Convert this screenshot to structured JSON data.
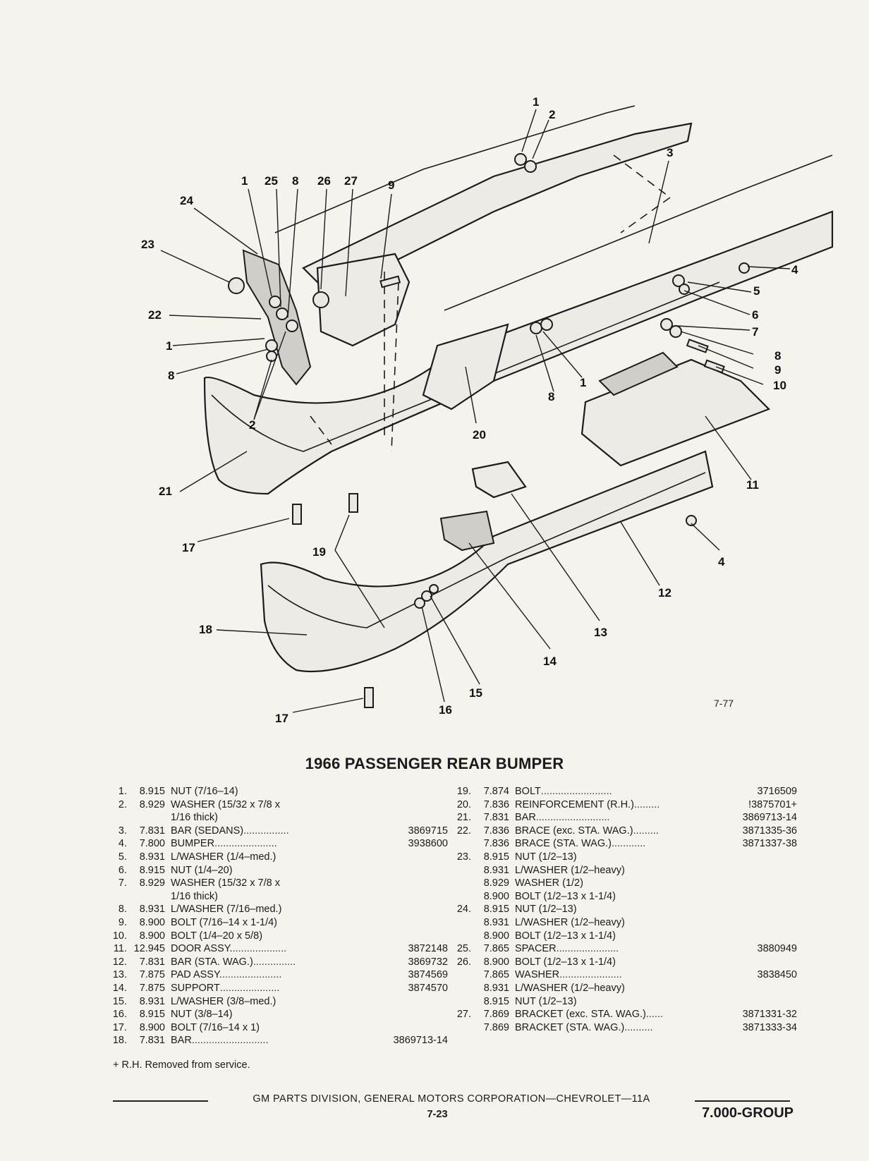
{
  "diagram": {
    "code": "7-77",
    "callouts": [
      "1",
      "2",
      "3",
      "4",
      "5",
      "6",
      "7",
      "8",
      "9",
      "10",
      "11",
      "12",
      "13",
      "14",
      "15",
      "16",
      "17",
      "18",
      "19",
      "20",
      "21",
      "22",
      "23",
      "24",
      "25",
      "26",
      "27"
    ]
  },
  "title": "1966 PASSENGER REAR BUMPER",
  "parts_left": [
    {
      "num": "1.",
      "code": "8.915",
      "desc": "NUT (7/16–14)",
      "dots": "",
      "pn": ""
    },
    {
      "num": "2.",
      "code": "8.929",
      "desc": "WASHER (15/32 x 7/8 x",
      "dots": "",
      "pn": ""
    },
    {
      "num": "",
      "code": "",
      "desc": "1/16 thick)",
      "dots": "",
      "pn": ""
    },
    {
      "num": "3.",
      "code": "7.831",
      "desc": "BAR (SEDANS) ",
      "dots": "................",
      "pn": "3869715"
    },
    {
      "num": "4.",
      "code": "7.800",
      "desc": "BUMPER ",
      "dots": "......................",
      "pn": "3938600"
    },
    {
      "num": "5.",
      "code": "8.931",
      "desc": "L/WASHER (1/4–med.)",
      "dots": "",
      "pn": ""
    },
    {
      "num": "6.",
      "code": "8.915",
      "desc": "NUT (1/4–20)",
      "dots": "",
      "pn": ""
    },
    {
      "num": "7.",
      "code": "8.929",
      "desc": "WASHER (15/32 x 7/8 x",
      "dots": "",
      "pn": ""
    },
    {
      "num": "",
      "code": "",
      "desc": "1/16 thick)",
      "dots": "",
      "pn": ""
    },
    {
      "num": "8.",
      "code": "8.931",
      "desc": "L/WASHER (7/16–med.)",
      "dots": "",
      "pn": ""
    },
    {
      "num": "9.",
      "code": "8.900",
      "desc": "BOLT (7/16–14 x 1-1/4)",
      "dots": "",
      "pn": ""
    },
    {
      "num": "10.",
      "code": "8.900",
      "desc": "BOLT (1/4–20 x 5/8)",
      "dots": "",
      "pn": ""
    },
    {
      "num": "11.",
      "code": "12.945",
      "desc": "DOOR ASSY. ",
      "dots": "...................",
      "pn": "3872148"
    },
    {
      "num": "12.",
      "code": "7.831",
      "desc": "BAR (STA. WAG.) ",
      "dots": "...............",
      "pn": "3869732"
    },
    {
      "num": "13.",
      "code": "7.875",
      "desc": "PAD ASSY. ",
      "dots": ".....................",
      "pn": "3874569"
    },
    {
      "num": "14.",
      "code": "7.875",
      "desc": "SUPPORT ",
      "dots": ".....................",
      "pn": "3874570"
    },
    {
      "num": "15.",
      "code": "8.931",
      "desc": "L/WASHER (3/8–med.)",
      "dots": "",
      "pn": ""
    },
    {
      "num": "16.",
      "code": "8.915",
      "desc": "NUT (3/8–14)",
      "dots": "",
      "pn": ""
    },
    {
      "num": "17.",
      "code": "8.900",
      "desc": "BOLT (7/16–14 x 1)",
      "dots": "",
      "pn": ""
    },
    {
      "num": "18.",
      "code": "7.831",
      "desc": "BAR ",
      "dots": "...........................",
      "pn": "3869713-14"
    }
  ],
  "parts_right": [
    {
      "num": "19.",
      "code": "7.874",
      "desc": "BOLT ",
      "dots": ".........................",
      "pn": "3716509"
    },
    {
      "num": "20.",
      "code": "7.836",
      "desc": "REINFORCEMENT (R.H.)",
      "dots": ".........",
      "pn": "!3875701+"
    },
    {
      "num": "21.",
      "code": "7.831",
      "desc": "BAR",
      "dots": "..........................",
      "pn": "3869713-14"
    },
    {
      "num": "22.",
      "code": "7.836",
      "desc": "BRACE (exc. STA. WAG.) ",
      "dots": ".........",
      "pn": "3871335-36"
    },
    {
      "num": "",
      "code": "7.836",
      "desc": "BRACE (STA. WAG.) ",
      "dots": "............",
      "pn": "3871337-38"
    },
    {
      "num": "23.",
      "code": "8.915",
      "desc": "NUT (1/2–13)",
      "dots": "",
      "pn": ""
    },
    {
      "num": "",
      "code": "8.931",
      "desc": "L/WASHER (1/2–heavy)",
      "dots": "",
      "pn": ""
    },
    {
      "num": "",
      "code": "8.929",
      "desc": "WASHER (1/2)",
      "dots": "",
      "pn": ""
    },
    {
      "num": "",
      "code": "8.900",
      "desc": "BOLT (1/2–13 x 1-1/4)",
      "dots": "",
      "pn": ""
    },
    {
      "num": "24.",
      "code": "8.915",
      "desc": "NUT (1/2–13)",
      "dots": "",
      "pn": ""
    },
    {
      "num": "",
      "code": "8.931",
      "desc": "L/WASHER (1/2–heavy)",
      "dots": "",
      "pn": ""
    },
    {
      "num": "",
      "code": "8.900",
      "desc": "BOLT (1/2–13 x 1-1/4)",
      "dots": "",
      "pn": ""
    },
    {
      "num": "25.",
      "code": "7.865",
      "desc": "SPACER ",
      "dots": "......................",
      "pn": "3880949"
    },
    {
      "num": "26.",
      "code": "8.900",
      "desc": "BOLT (1/2–13 x 1-1/4)",
      "dots": "",
      "pn": ""
    },
    {
      "num": "",
      "code": "7.865",
      "desc": "WASHER ",
      "dots": "......................",
      "pn": "3838450"
    },
    {
      "num": "",
      "code": "8.931",
      "desc": "L/WASHER (1/2–heavy)",
      "dots": "",
      "pn": ""
    },
    {
      "num": "",
      "code": "8.915",
      "desc": "NUT (1/2–13)",
      "dots": "",
      "pn": ""
    },
    {
      "num": "27.",
      "code": "7.869",
      "desc": "BRACKET (exc. STA. WAG.) ",
      "dots": "......",
      "pn": "3871331-32"
    },
    {
      "num": "",
      "code": "7.869",
      "desc": "BRACKET (STA. WAG.) ",
      "dots": "..........",
      "pn": "3871333-34"
    }
  ],
  "footnote": "+ R.H. Removed from service.",
  "footer": {
    "text": "GM PARTS DIVISION, GENERAL MOTORS CORPORATION—CHEVROLET—11A",
    "page_number": "7-23",
    "group": "7.000-GROUP"
  }
}
